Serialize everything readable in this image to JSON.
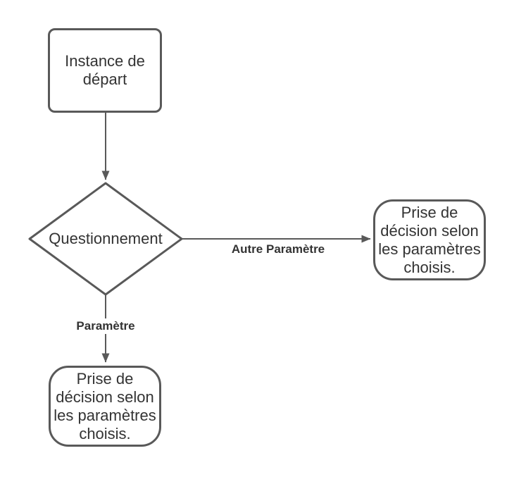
{
  "diagram": {
    "colors": {
      "stroke": "#595959",
      "text": "#333333",
      "fill": "#ffffff",
      "background": "#ffffff"
    },
    "nodes": {
      "start": {
        "label": "Instance de\ndépart",
        "shape": "rounded-rectangle"
      },
      "question": {
        "label": "Questionnement",
        "shape": "diamond"
      },
      "decision_right": {
        "label": "Prise de\ndécision selon\nles paramètres\nchoisis.",
        "shape": "rounded-rectangle"
      },
      "decision_bottom": {
        "label": "Prise de\ndécision selon\nles paramètres\nchoisis.",
        "shape": "rounded-rectangle"
      }
    },
    "edges": {
      "start_to_question": {
        "from": "start",
        "to": "question",
        "label": ""
      },
      "question_to_decision_right": {
        "from": "question",
        "to": "decision_right",
        "label": "Autre Paramètre"
      },
      "question_to_decision_bottom": {
        "from": "question",
        "to": "decision_bottom",
        "label": "Paramètre"
      }
    }
  }
}
